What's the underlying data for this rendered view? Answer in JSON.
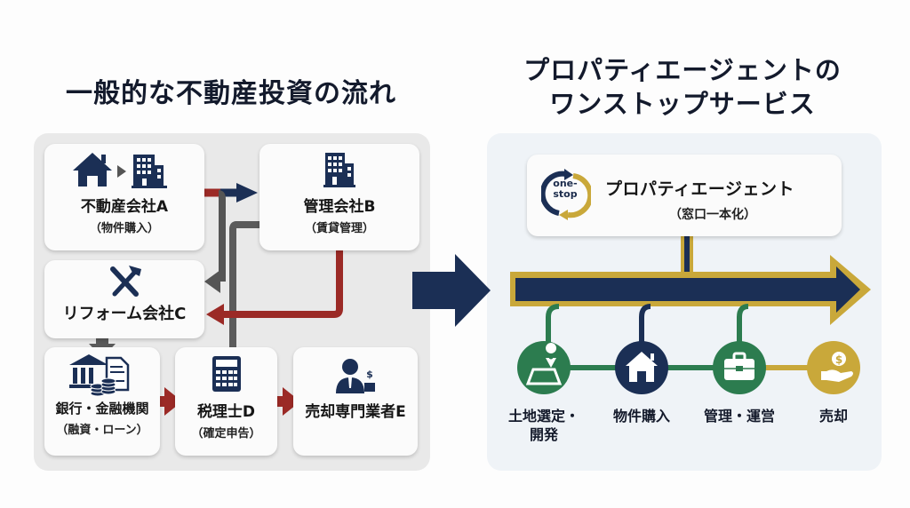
{
  "left": {
    "title": "一般的な不動産投資の流れ",
    "cards": {
      "a": {
        "name": "不動産会社A",
        "sub": "（物件購入）"
      },
      "b": {
        "name": "管理会社B",
        "sub": "（賃貸管理）"
      },
      "c": {
        "name": "リフォーム会社C"
      },
      "bank": {
        "name": "銀行・金融機関",
        "sub": "（融資・ローン）"
      },
      "d": {
        "name": "税理士D",
        "sub": "（確定申告）"
      },
      "e": {
        "name": "売却専門業者E"
      }
    }
  },
  "right": {
    "title_line1": "プロパティエージェントの",
    "title_line2": "ワンストップサービス",
    "agent": {
      "name": "プロパティエージェント",
      "sub": "（窓口一本化）",
      "badge_line1": "one-",
      "badge_line2": "stop"
    },
    "steps": [
      {
        "label_line1": "土地選定・",
        "label_line2": "開発",
        "icon": "map-pin-icon"
      },
      {
        "label_line1": "物件購入",
        "label_line2": "",
        "icon": "house-icon"
      },
      {
        "label_line1": "管理・運営",
        "label_line2": "",
        "icon": "briefcase-icon"
      },
      {
        "label_line1": "売却",
        "label_line2": "",
        "icon": "money-hand-icon"
      }
    ]
  },
  "colors": {
    "navy": "#1b2f55",
    "red": "#9b2a26",
    "gray": "#555555",
    "green": "#2c7c4f",
    "gold": "#c9a83a"
  }
}
